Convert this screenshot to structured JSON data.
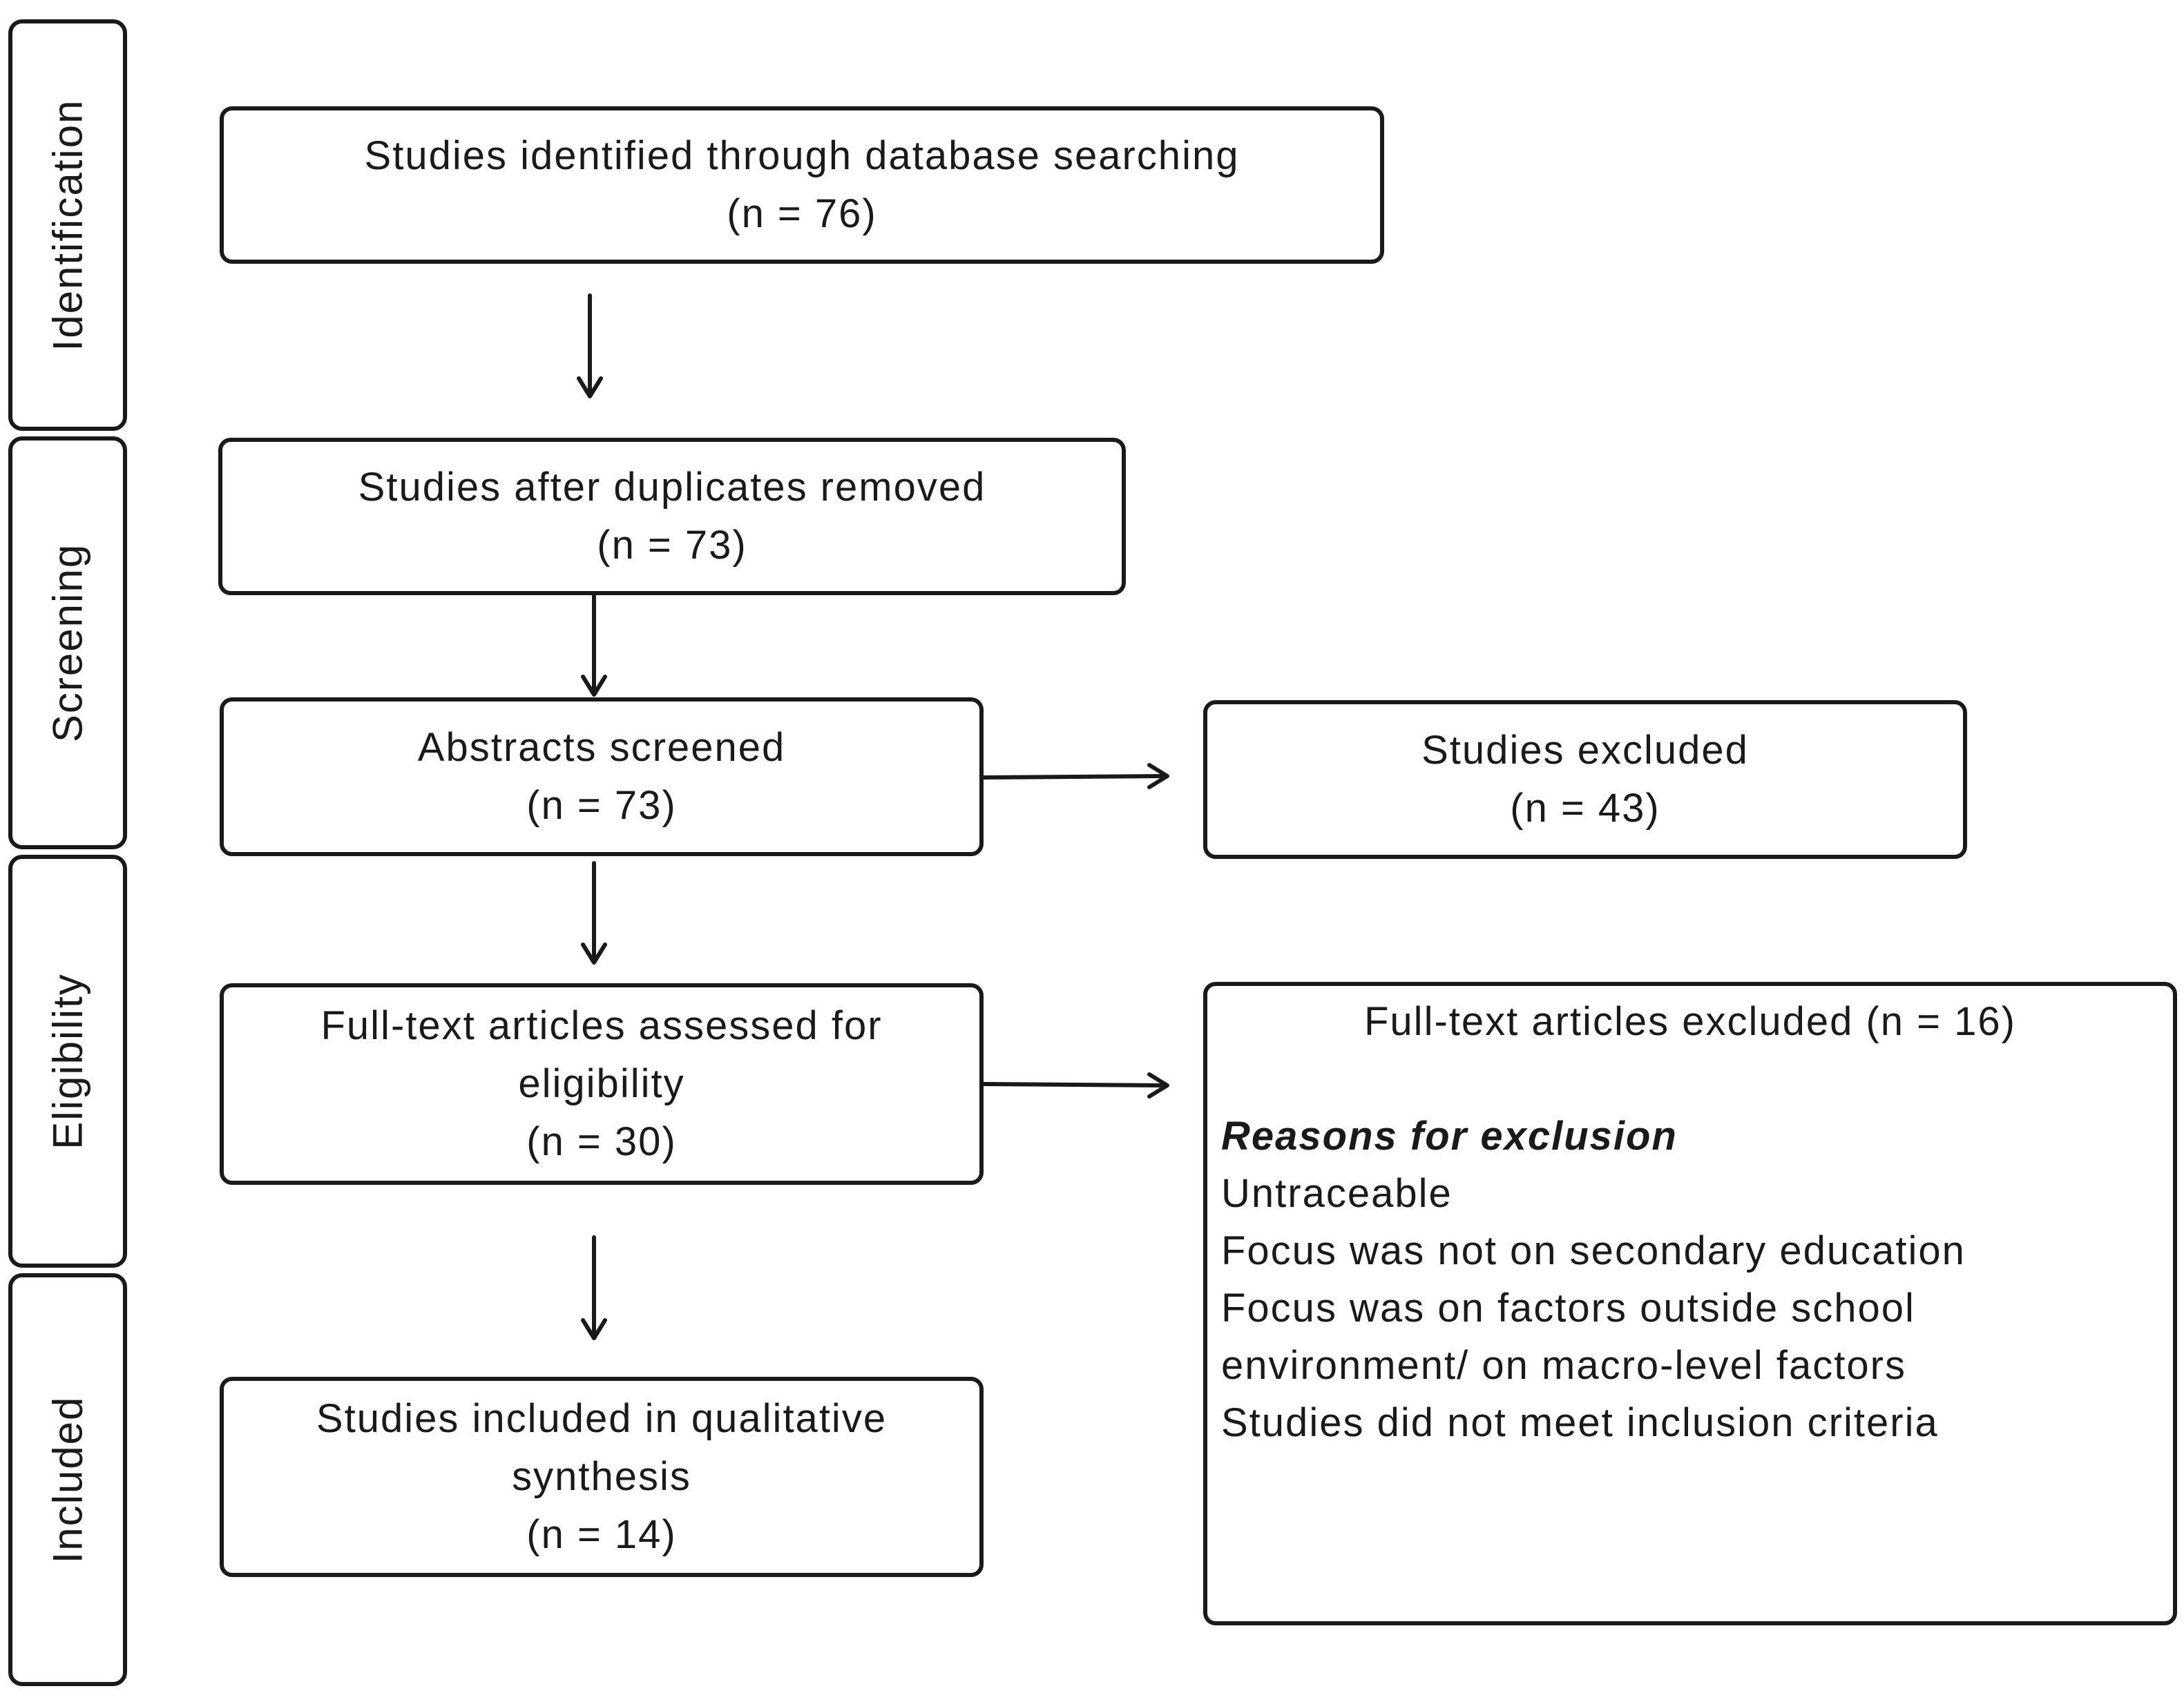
{
  "stages": {
    "identification": "Identification",
    "screening": "Screening",
    "eligibility": "Eligibility",
    "included": "Included"
  },
  "nodes": {
    "identified": {
      "line1": "Studies identified through database searching",
      "count": "(n = 76)"
    },
    "duplicates_removed": {
      "line1": "Studies after duplicates removed",
      "count": "(n = 73)"
    },
    "abstracts_screened": {
      "line1": "Abstracts screened",
      "count": "(n = 73)"
    },
    "studies_excluded": {
      "line1": "Studies excluded",
      "count": "(n = 43)"
    },
    "full_text_assessed": {
      "line1": "Full-text articles assessed for",
      "line2": "eligibility",
      "count": "(n = 30)"
    },
    "included_synthesis": {
      "line1": "Studies included in qualitative",
      "line2": "synthesis",
      "count": "(n = 14)"
    }
  },
  "exclusions": {
    "title": "Full-text articles excluded (n = 16)",
    "heading": "Reasons for exclusion",
    "reasons": [
      "Untraceable",
      "Focus was not on secondary education",
      "Focus was on factors outside school",
      "environment/ on macro-level factors",
      "Studies did not meet inclusion criteria"
    ]
  }
}
